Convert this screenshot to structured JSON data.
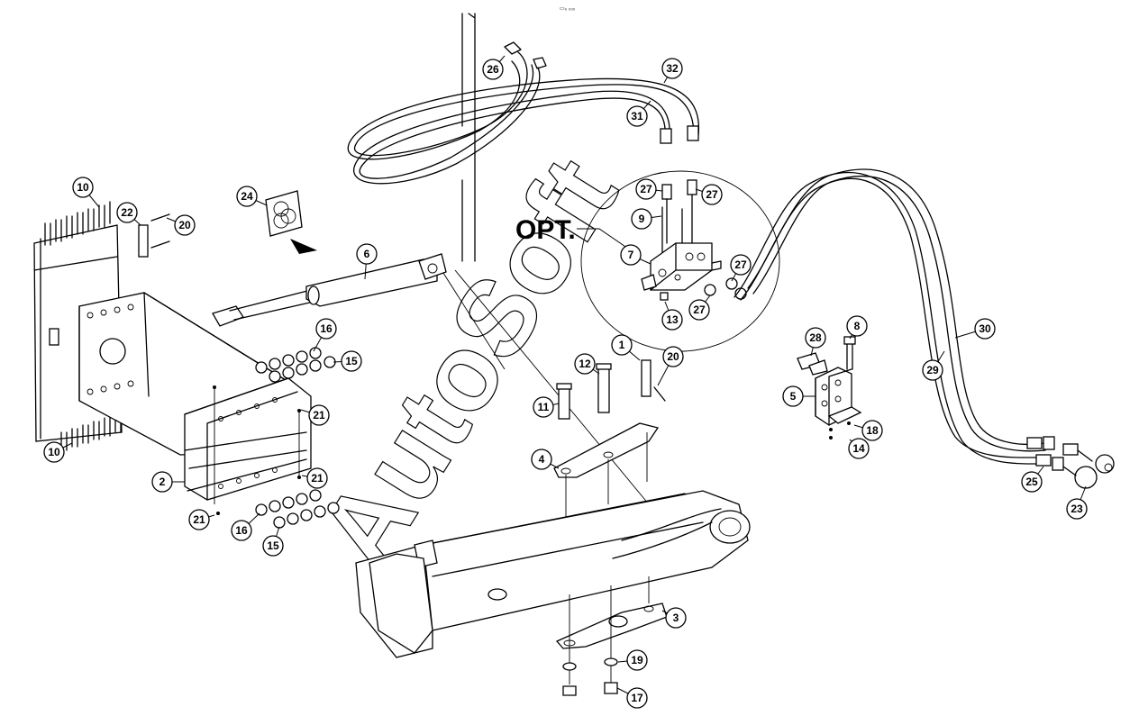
{
  "header_mark": "▭₀ ₀₀₀",
  "watermark_text": "AutoSoft",
  "opt_label": "OPT.",
  "callouts": [
    {
      "id": "c32",
      "label": "32"
    },
    {
      "id": "c26",
      "label": "26"
    },
    {
      "id": "c31",
      "label": "31"
    },
    {
      "id": "c27a",
      "label": "27"
    },
    {
      "id": "c27b",
      "label": "27"
    },
    {
      "id": "c9",
      "label": "9"
    },
    {
      "id": "c7",
      "label": "7"
    },
    {
      "id": "c27c",
      "label": "27"
    },
    {
      "id": "c27d",
      "label": "27"
    },
    {
      "id": "c13",
      "label": "13"
    },
    {
      "id": "c10a",
      "label": "10"
    },
    {
      "id": "c22",
      "label": "22"
    },
    {
      "id": "c20a",
      "label": "20"
    },
    {
      "id": "c24",
      "label": "24"
    },
    {
      "id": "c6",
      "label": "6"
    },
    {
      "id": "c16a",
      "label": "16"
    },
    {
      "id": "c15a",
      "label": "15"
    },
    {
      "id": "c21a",
      "label": "21"
    },
    {
      "id": "c21b",
      "label": "21"
    },
    {
      "id": "c21c",
      "label": "21"
    },
    {
      "id": "c10b",
      "label": "10"
    },
    {
      "id": "c2",
      "label": "2"
    },
    {
      "id": "c16b",
      "label": "16"
    },
    {
      "id": "c15b",
      "label": "15"
    },
    {
      "id": "c1",
      "label": "1"
    },
    {
      "id": "c20b",
      "label": "20"
    },
    {
      "id": "c12",
      "label": "12"
    },
    {
      "id": "c11",
      "label": "11"
    },
    {
      "id": "c4",
      "label": "4"
    },
    {
      "id": "c3",
      "label": "3"
    },
    {
      "id": "c19",
      "label": "19"
    },
    {
      "id": "c17",
      "label": "17"
    },
    {
      "id": "c28",
      "label": "28"
    },
    {
      "id": "c8",
      "label": "8"
    },
    {
      "id": "c5",
      "label": "5"
    },
    {
      "id": "c18",
      "label": "18"
    },
    {
      "id": "c14",
      "label": "14"
    },
    {
      "id": "c30",
      "label": "30"
    },
    {
      "id": "c29",
      "label": "29"
    },
    {
      "id": "c25",
      "label": "25"
    },
    {
      "id": "c23",
      "label": "23"
    }
  ]
}
